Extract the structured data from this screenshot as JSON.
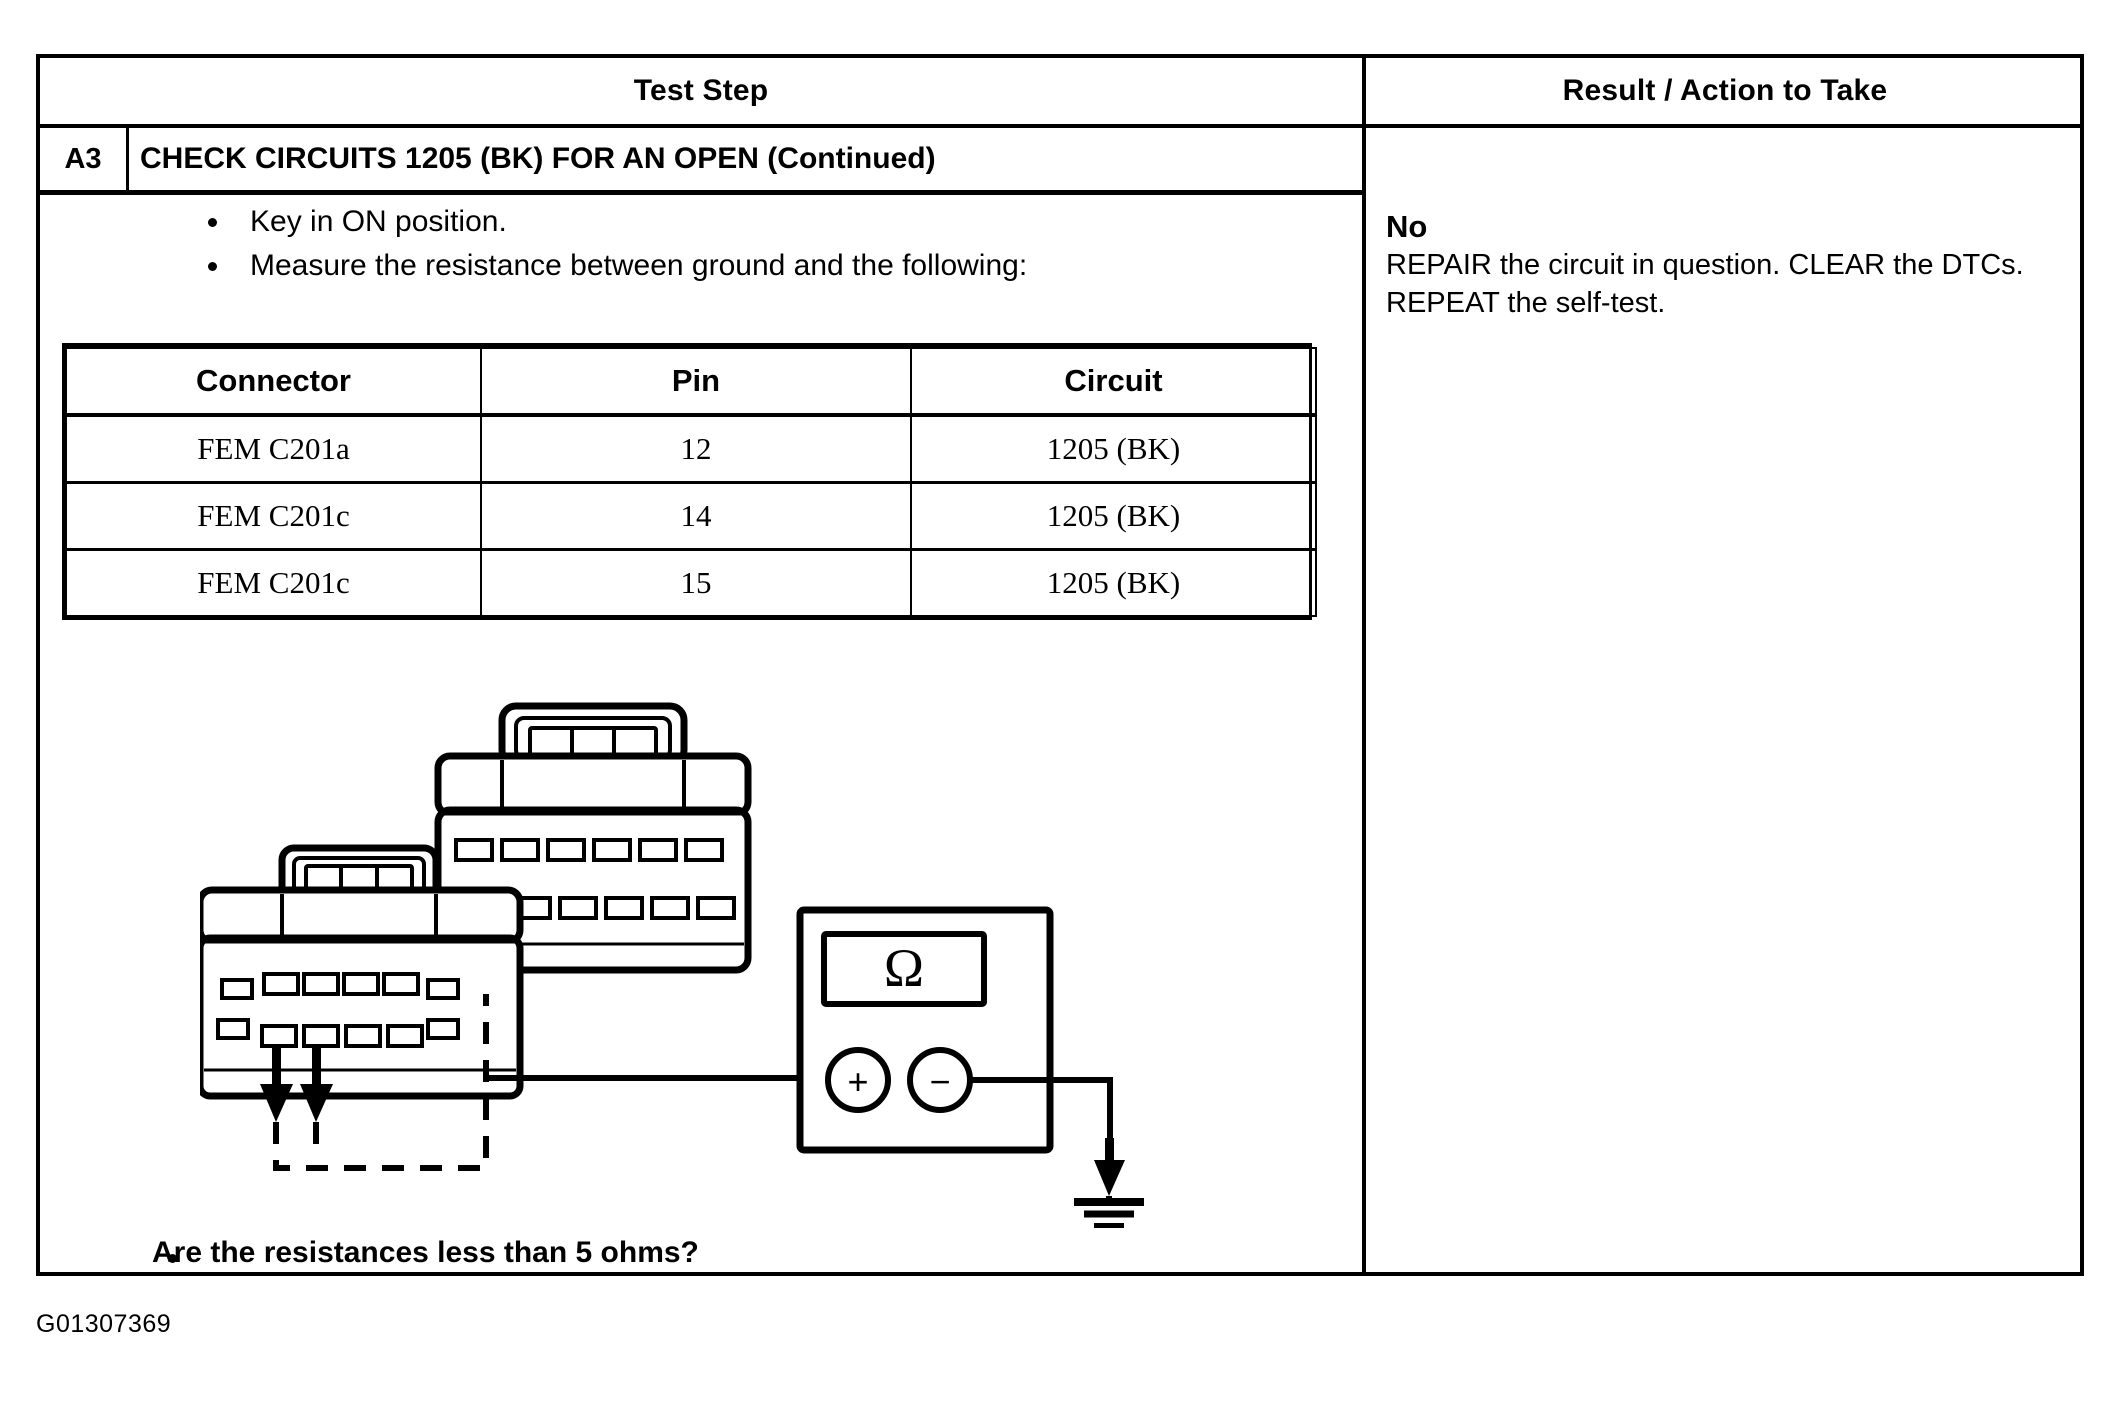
{
  "header": {
    "test_step_label": "Test Step",
    "result_label": "Result / Action to Take"
  },
  "step": {
    "id": "A3",
    "title": "CHECK CIRCUITS 1205 (BK) FOR AN OPEN (Continued)"
  },
  "instructions": [
    "Key in ON position.",
    "Measure the resistance between ground and the following:"
  ],
  "data_table": {
    "columns": [
      "Connector",
      "Pin",
      "Circuit"
    ],
    "rows": [
      [
        "FEM C201a",
        "12",
        "1205 (BK)"
      ],
      [
        "FEM C201c",
        "14",
        "1205 (BK)"
      ],
      [
        "FEM C201c",
        "15",
        "1205 (BK)"
      ]
    ]
  },
  "result": {
    "title": "No",
    "body": "REPAIR the circuit in question. CLEAR the DTCs. REPEAT the self-test."
  },
  "question": "Are the resistances less than 5 ohms?",
  "diagram": {
    "meter_symbol": "Ω",
    "positive_terminal": "+",
    "negative_terminal": "−"
  },
  "footer": {
    "figure_id": "G01307369"
  }
}
